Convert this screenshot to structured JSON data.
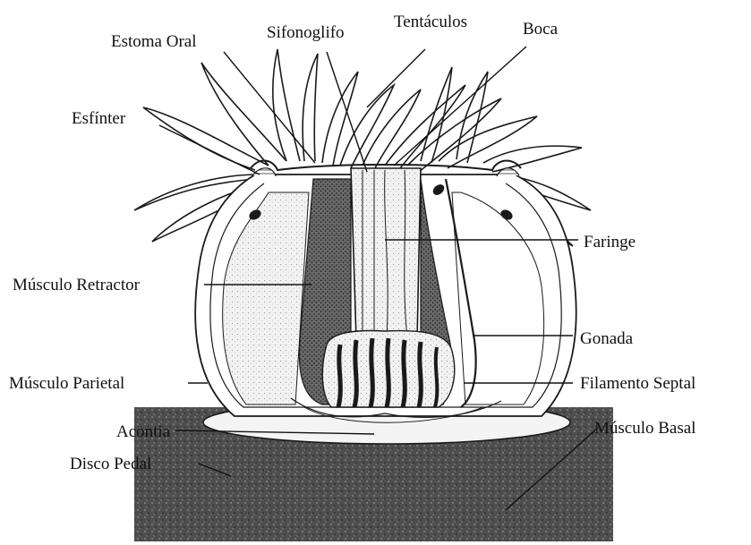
{
  "labels": {
    "estoma_oral": "Estoma Oral",
    "sifonoglifo": "Sifonoglifo",
    "tentaculos": "Tentáculos",
    "boca": "Boca",
    "esfinter": "Esfínter",
    "faringe": "Faringe",
    "musculo_retractor": "Músculo Retractor",
    "gonada": "Gonada",
    "musculo_parietal": "Músculo Parietal",
    "filamento_septal": "Filamento Septal",
    "acontia": "Acontia",
    "musculo_basal": "Músculo Basal",
    "disco_pedal": "Disco Pedal"
  },
  "colors": {
    "ink": "#111111",
    "stipple_dark": "#3a3a3a",
    "stipple_light": "#d9d9d9",
    "substrate": "#5a5a5a"
  }
}
